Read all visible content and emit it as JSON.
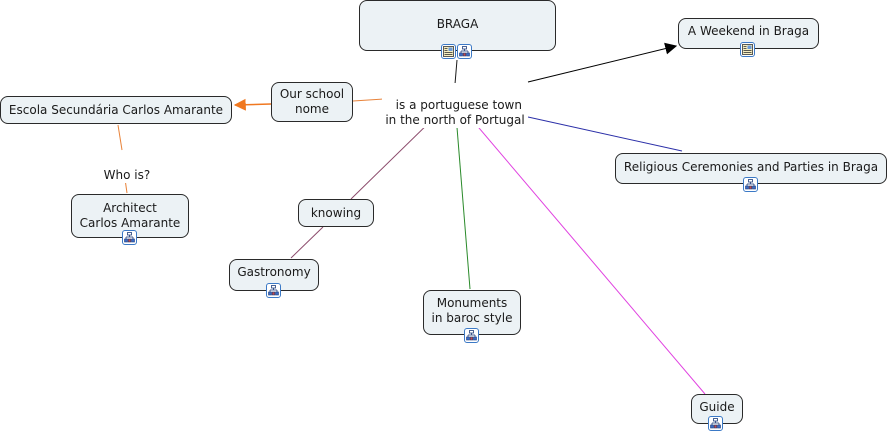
{
  "concept_map": {
    "nodes": [
      {
        "id": "braga",
        "label": "BRAGA",
        "resources": [
          "document",
          "concept-map"
        ]
      },
      {
        "id": "weekend",
        "label": "A Weekend in Braga",
        "resources": [
          "document"
        ]
      },
      {
        "id": "escola",
        "label": "Escola Secundária Carlos Amarante",
        "resources": []
      },
      {
        "id": "school-nome",
        "label": "Our school\nnome",
        "resources": []
      },
      {
        "id": "architect",
        "label": "Architect\nCarlos Amarante",
        "resources": [
          "concept-map"
        ]
      },
      {
        "id": "religious",
        "label": "Religious Ceremonies and Parties in Braga",
        "resources": [
          "concept-map"
        ]
      },
      {
        "id": "knowing",
        "label": "knowing",
        "resources": []
      },
      {
        "id": "gastronomy",
        "label": "Gastronomy",
        "resources": [
          "concept-map"
        ]
      },
      {
        "id": "monuments",
        "label": "Monuments\nin baroc style",
        "resources": [
          "concept-map"
        ]
      },
      {
        "id": "guide",
        "label": "Guide",
        "resources": [
          "concept-map"
        ]
      }
    ],
    "linking_phrases": [
      {
        "id": "portuguese-town",
        "label": "is a portuguese town\nin the north of Portugal"
      },
      {
        "id": "who-is",
        "label": "Who is?"
      }
    ],
    "links": [
      {
        "from": "braga",
        "to": "portuguese-town",
        "color": "#1a1a1a",
        "arrow": false
      },
      {
        "from": "portuguese-town",
        "to": "weekend",
        "color": "#000000",
        "arrow": true
      },
      {
        "from": "portuguese-town",
        "to": "school-nome",
        "color": "#e8833a",
        "arrow": false
      },
      {
        "from": "school-nome",
        "to": "escola",
        "color": "#f07820",
        "arrow": true
      },
      {
        "from": "escola",
        "to": "who-is",
        "color": "#e8833a",
        "arrow": false
      },
      {
        "from": "who-is",
        "to": "architect",
        "color": "#e8833a",
        "arrow": false
      },
      {
        "from": "portuguese-town",
        "to": "religious",
        "color": "#2b2fa8",
        "arrow": false
      },
      {
        "from": "portuguese-town",
        "to": "knowing",
        "color": "#8b4a6b",
        "arrow": false
      },
      {
        "from": "knowing",
        "to": "gastronomy",
        "color": "#8b4a6b",
        "arrow": false
      },
      {
        "from": "portuguese-town",
        "to": "monuments",
        "color": "#2a8a2a",
        "arrow": false
      },
      {
        "from": "portuguese-town",
        "to": "guide",
        "color": "#e040e0",
        "arrow": false
      }
    ]
  },
  "colors": {
    "node_fill": "#ecf2f5",
    "node_border": "#2a2a2a",
    "icon_border": "#3b79c6"
  }
}
